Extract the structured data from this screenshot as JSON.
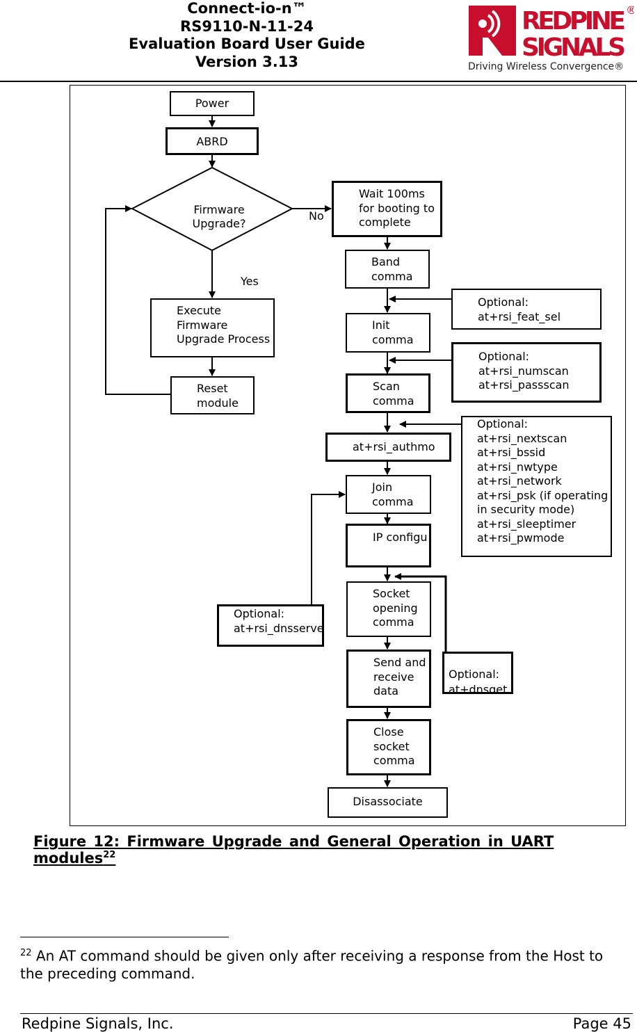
{
  "header": {
    "title_lines": [
      "Connect-io-n™",
      "RS9110-N-11-24",
      "Evaluation Board User Guide",
      "Version 3.13"
    ],
    "logo_text": "REDPINE SIGNALS",
    "tagline": "Driving Wireless Convergence®",
    "brand_color": "#c8102e"
  },
  "flowchart": {
    "power": "Power",
    "abrd": "ABRD",
    "decision": "Firmware Upgrade?",
    "no": "No",
    "yes": "Yes",
    "wait": "Wait 100ms for booting to complete",
    "band": "Band comma",
    "init": "Init comma",
    "scan": "Scan comma",
    "authmode": "at+rsi_authmo",
    "join": "Join comma",
    "ip": "IP configu",
    "socket": "Socket opening comma",
    "send": "Send and receive data",
    "close": "Close socket comma",
    "disassociate": "Disassociate",
    "execute": "Execute Firmware Upgrade Process",
    "reset": "Reset module",
    "opt1": "Optional: at+rsi_feat_sel",
    "opt2": "Optional: at+rsi_numscan at+rsi_passscan",
    "opt3": "Optional: at+rsi_nextscan at+rsi_bssid at+rsi_nwtype at+rsi_network at+rsi_psk (if operating  in security mode) at+rsi_sleeptimer at+rsi_pwmode",
    "opt_dnsserver": "Optional: at+rsi_dnsserver",
    "opt_dnsget": "Optional: at+dnsget"
  },
  "caption": {
    "text": "Figure 12: Firmware Upgrade and General Operation in UART modules",
    "ref": "22"
  },
  "footnote": {
    "ref": "22",
    "text": " An AT command should be given only after receiving a response from the Host to the preceding command."
  },
  "footer": {
    "company": "Redpine Signals, Inc.",
    "page": "Page 45"
  }
}
